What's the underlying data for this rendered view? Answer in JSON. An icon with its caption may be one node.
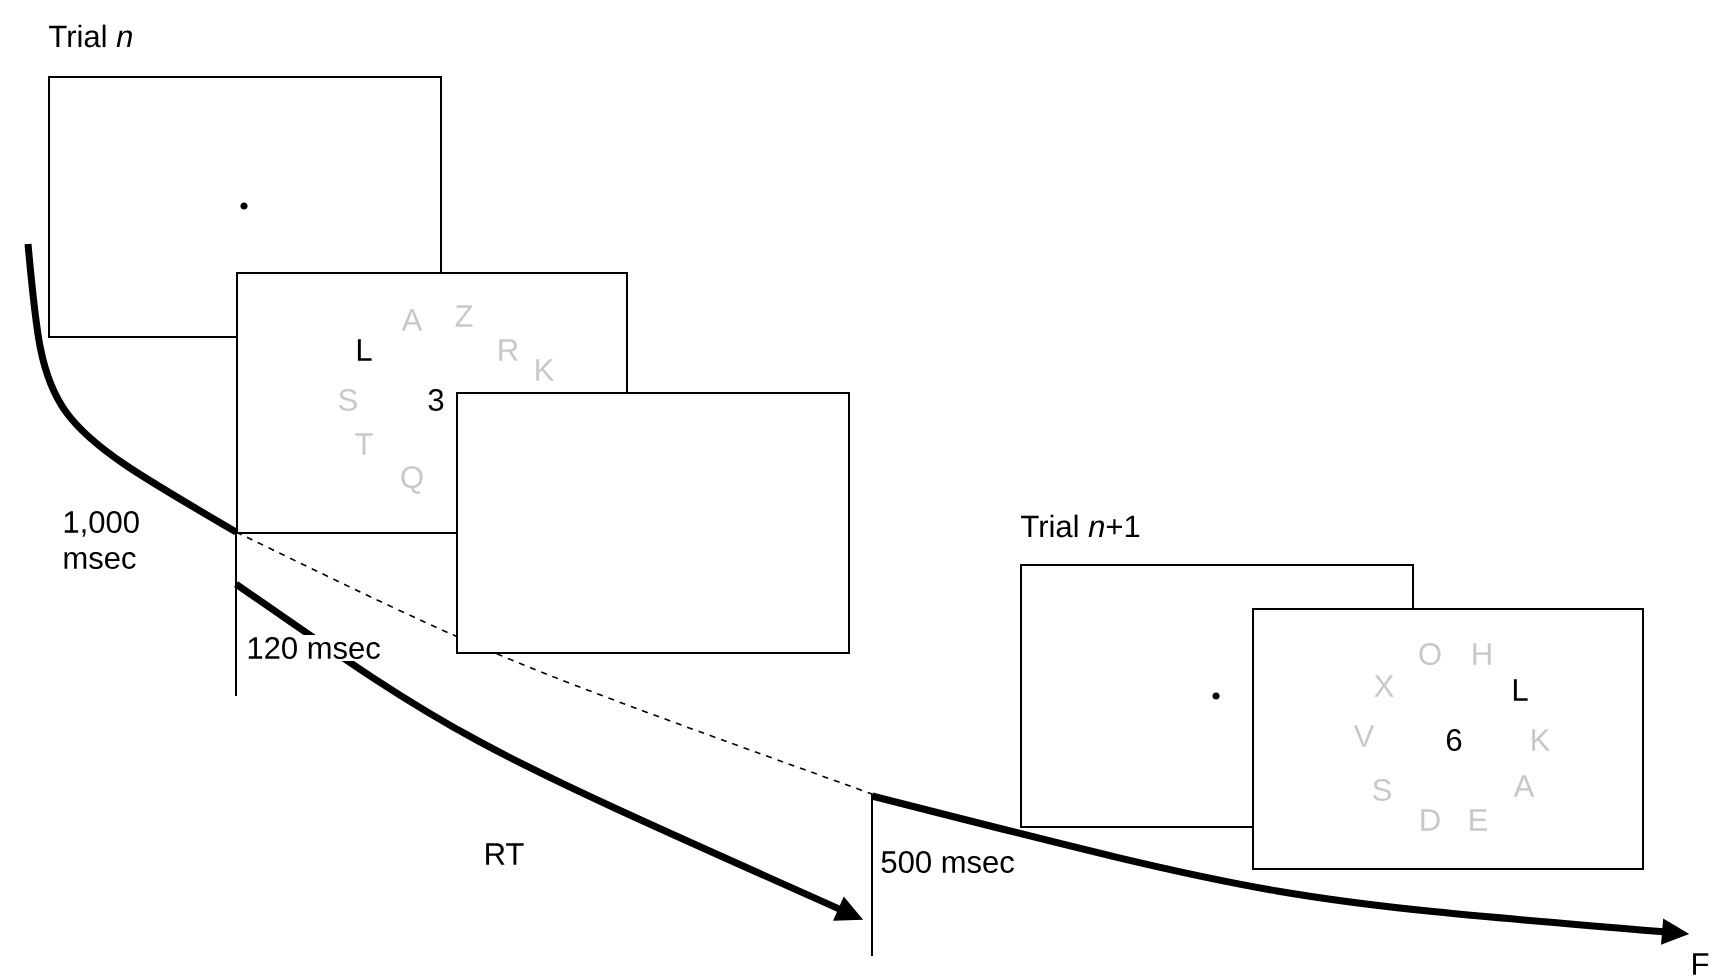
{
  "diagram": {
    "nodes": [
      {
        "text": [
          "Trial *n*"
        ]
      },
      {
        "text": [
          "L",
          "A",
          "Z",
          "R",
          "K",
          "S",
          "3",
          "T",
          "Q"
        ]
      },
      {
        "text": [],
        "shape": "box"
      },
      {
        "text": [
          "Trial *n*+1"
        ]
      },
      {
        "text": [
          "O",
          "H",
          "X",
          "L",
          "V",
          "6",
          "K",
          "S",
          "A",
          "D",
          "E"
        ]
      }
    ],
    "labels": [
      "1,000 msec",
      "120 msec",
      "RT",
      "500 msec",
      "F"
    ]
  }
}
